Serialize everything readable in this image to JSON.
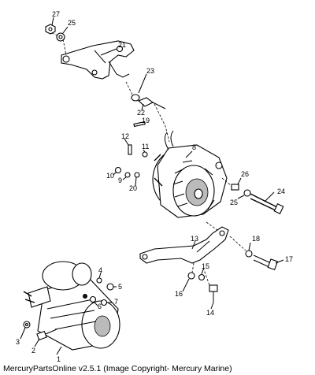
{
  "callouts": [
    {
      "id": "c27",
      "label": "27"
    },
    {
      "id": "c25a",
      "label": "25"
    },
    {
      "id": "c21",
      "label": "21"
    },
    {
      "id": "c23",
      "label": "23"
    },
    {
      "id": "c22",
      "label": "22"
    },
    {
      "id": "c19",
      "label": "19"
    },
    {
      "id": "c12",
      "label": "12"
    },
    {
      "id": "c11",
      "label": "11"
    },
    {
      "id": "c8",
      "label": "8"
    },
    {
      "id": "c10",
      "label": "10"
    },
    {
      "id": "c9",
      "label": "9"
    },
    {
      "id": "c20",
      "label": "20"
    },
    {
      "id": "c26",
      "label": "26"
    },
    {
      "id": "c24",
      "label": "24"
    },
    {
      "id": "c25b",
      "label": "25"
    },
    {
      "id": "c13",
      "label": "13"
    },
    {
      "id": "c18",
      "label": "18"
    },
    {
      "id": "c17",
      "label": "17"
    },
    {
      "id": "c4",
      "label": "4"
    },
    {
      "id": "c5",
      "label": "5"
    },
    {
      "id": "c6",
      "label": "6"
    },
    {
      "id": "c7",
      "label": "7"
    },
    {
      "id": "c15",
      "label": "15"
    },
    {
      "id": "c16",
      "label": "16"
    },
    {
      "id": "c14",
      "label": "14"
    },
    {
      "id": "c3",
      "label": "3"
    },
    {
      "id": "c2",
      "label": "2"
    },
    {
      "id": "c1",
      "label": "1"
    }
  ],
  "caption": "MercuryPartsOnline v2.5.1 (Image Copyright- Mercury Marine)"
}
